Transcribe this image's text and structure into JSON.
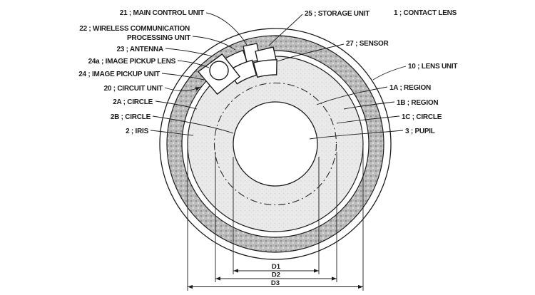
{
  "figure_type": "patent-line-drawing-of-smart-contact-lens",
  "ink_color": "#1c1c1c",
  "ring_fill": "#bdbdbd",
  "iris_fill": "#eaeaea",
  "labels": {
    "main_control_unit": "21 ; MAIN CONTROL UNIT",
    "wireless_comm_line1": "22 ; WIRELESS COMMUNICATION",
    "wireless_comm_line2": "PROCESSING UNIT",
    "antenna": "23 ; ANTENNA",
    "image_pickup_lens": "24a ; IMAGE PICKUP LENS",
    "image_pickup_unit": "24 ; IMAGE PICKUP UNIT",
    "circuit_unit": "20 ; CIRCUIT UNIT",
    "circle_2a": "2A ; CIRCLE",
    "circle_2b": "2B ; CIRCLE",
    "iris": "2 ; IRIS",
    "storage_unit": "25 ; STORAGE UNIT",
    "contact_lens": "1 ; CONTACT LENS",
    "sensor": "27 ; SENSOR",
    "lens_unit": "10 ; LENS UNIT",
    "region_1a": "1A ; REGION",
    "region_1b": "1B ; REGION",
    "circle_1c": "1C ; CIRCLE",
    "pupil": "3 ; PUPIL"
  },
  "dimensions": {
    "d1": "D1",
    "d2": "D2",
    "d3": "D3"
  }
}
